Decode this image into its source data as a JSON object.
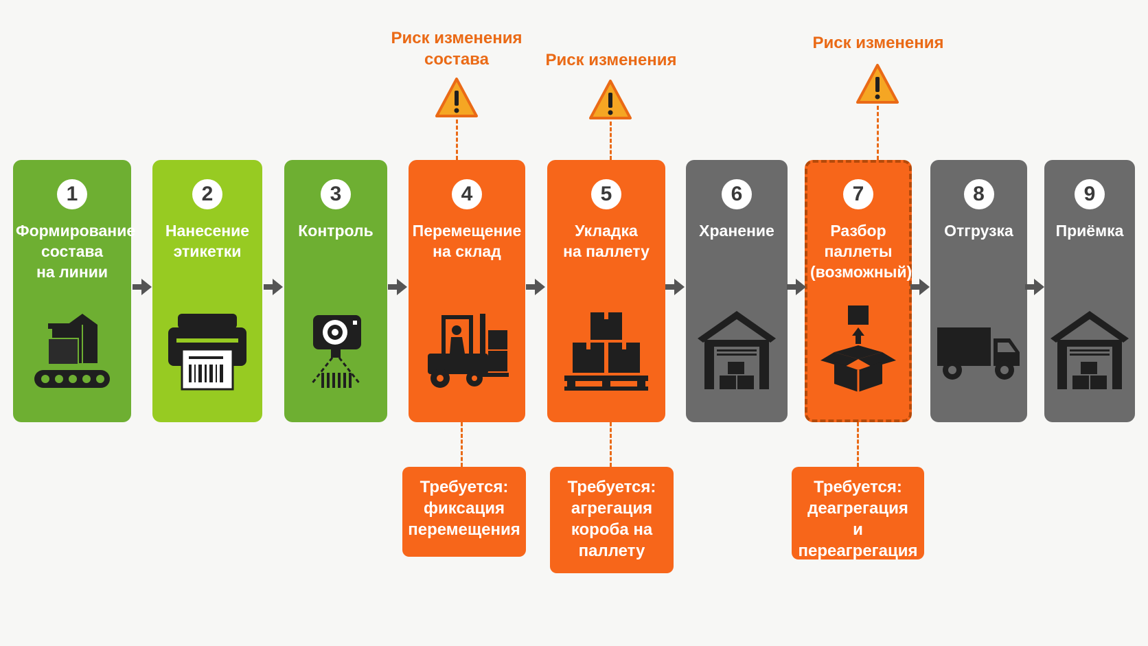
{
  "colors": {
    "green_dark": "#6eaf32",
    "green_light": "#97cb22",
    "orange": "#f7661a",
    "gray": "#6b6b6b",
    "risk_text": "#ea6a16",
    "warning_fill": "#f5a623",
    "icon_dark": "#1f1f1f"
  },
  "steps": [
    {
      "number": "1",
      "title": "Формирование\nсостава\nна линии",
      "icon": "conveyor-boxes-icon"
    },
    {
      "number": "2",
      "title": "Нанесение\nэтикетки",
      "icon": "label-printer-icon"
    },
    {
      "number": "3",
      "title": "Контроль",
      "icon": "camera-scanner-icon"
    },
    {
      "number": "4",
      "title": "Перемещение\nна склад",
      "icon": "forklift-icon"
    },
    {
      "number": "5",
      "title": "Укладка\nна паллету",
      "icon": "boxes-on-pallet-icon"
    },
    {
      "number": "6",
      "title": "Хранение",
      "icon": "warehouse-icon"
    },
    {
      "number": "7",
      "title": "Разбор\nпаллеты\n(возможный)",
      "icon": "open-box-icon"
    },
    {
      "number": "8",
      "title": "Отгрузка",
      "icon": "truck-icon"
    },
    {
      "number": "9",
      "title": "Приёмка",
      "icon": "warehouse-icon"
    }
  ],
  "risks": [
    {
      "label": "Риск изменения\nсостава",
      "icon": "warning-icon"
    },
    {
      "label": "Риск изменения",
      "icon": "warning-icon"
    },
    {
      "label": "Риск изменения",
      "icon": "warning-icon"
    }
  ],
  "requirements": [
    {
      "text": "Требуется:\nфиксация\nперемещения"
    },
    {
      "text": "Требуется:\nагрегация\nкороба на\nпаллету"
    },
    {
      "text": "Требуется:\nдеагрегация\nи переагрегация"
    }
  ]
}
